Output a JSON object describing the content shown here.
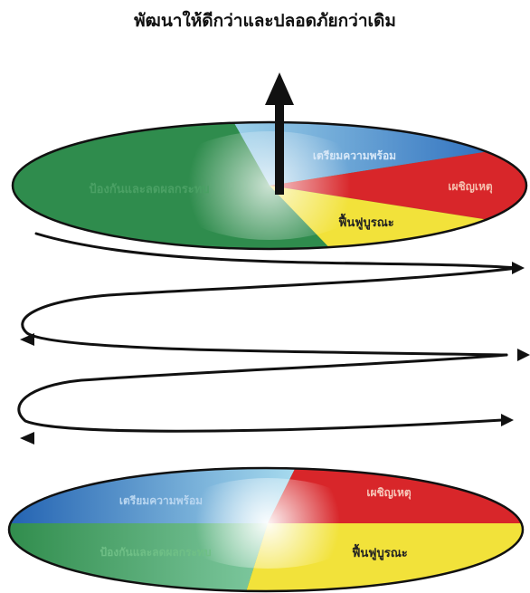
{
  "title": "พัฒนาให้ดีกว่าและปลอดภัยกว่าเดิม",
  "top_disc": {
    "prevention": "ป้องกันและลดผลกระทบ",
    "preparedness": "เตรียมความพร้อม",
    "response": "เผชิญเหตุ",
    "recovery": "ฟื้นฟูบูรณะ"
  },
  "bottom_disc": {
    "preparedness": "เตรียมความพร้อม",
    "response": "เผชิญเหตุ",
    "prevention": "ป้องกันและลดผลกระทบ",
    "recovery": "ฟื้นฟูบูรณะ"
  },
  "colors": {
    "green": "#2e8b4a",
    "blue": "#1f6fc0",
    "red": "#d8262a",
    "yellow": "#f2e23a"
  }
}
